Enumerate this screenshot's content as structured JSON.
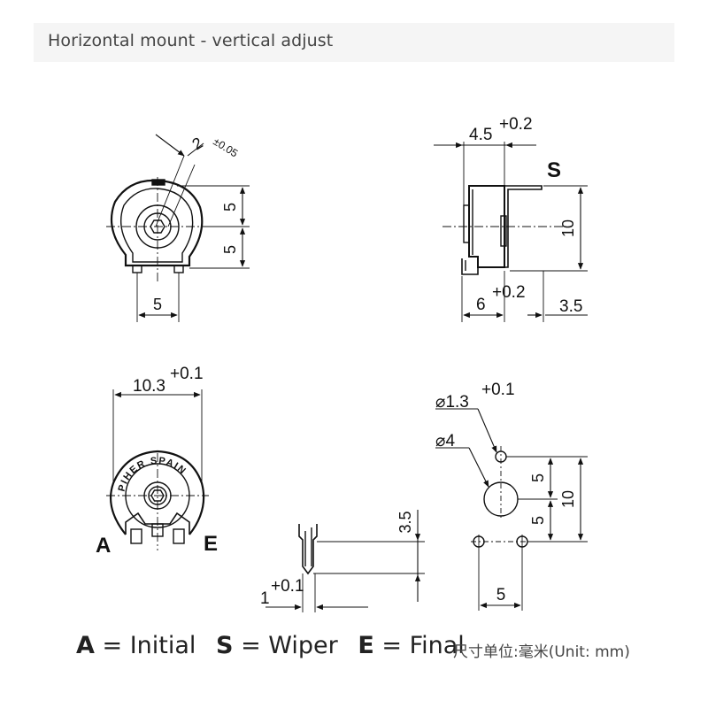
{
  "header": {
    "title": "Horizontal mount - vertical adjust"
  },
  "front_view": {
    "dim_slot": "2",
    "dim_slot_tol": "±0.05",
    "dim_upper": "5",
    "dim_lower": "5",
    "dim_width": "5"
  },
  "side_view": {
    "dim_top": "4.5",
    "dim_top_tol": "+0.2",
    "wiper_label": "S",
    "dim_height": "10",
    "dim_bottom": "6",
    "dim_bottom_tol": "+0.2",
    "dim_pin": "3.5"
  },
  "marked_view": {
    "dim_width": "10.3",
    "dim_width_tol": "+0.1",
    "brand_text": "PIHER SPAIN",
    "terminal_left": "A",
    "terminal_right": "E"
  },
  "pin_view": {
    "dim_height": "3.5",
    "dim_width": "1",
    "dim_width_tol": "+0.1"
  },
  "hole_view": {
    "dim_small_hole": "⌀1.3",
    "dim_small_hole_tol": "+0.1",
    "dim_big_hole": "⌀4",
    "dim_v1": "5",
    "dim_v2": "5",
    "dim_total": "10",
    "dim_spacing": "5"
  },
  "legend": {
    "a_key": "A",
    "a_value": "= Initial",
    "s_key": "S",
    "s_value": "= Wiper",
    "e_key": "E",
    "e_value": "= Final"
  },
  "unit_note": "尺寸单位:毫米(Unit: mm)"
}
